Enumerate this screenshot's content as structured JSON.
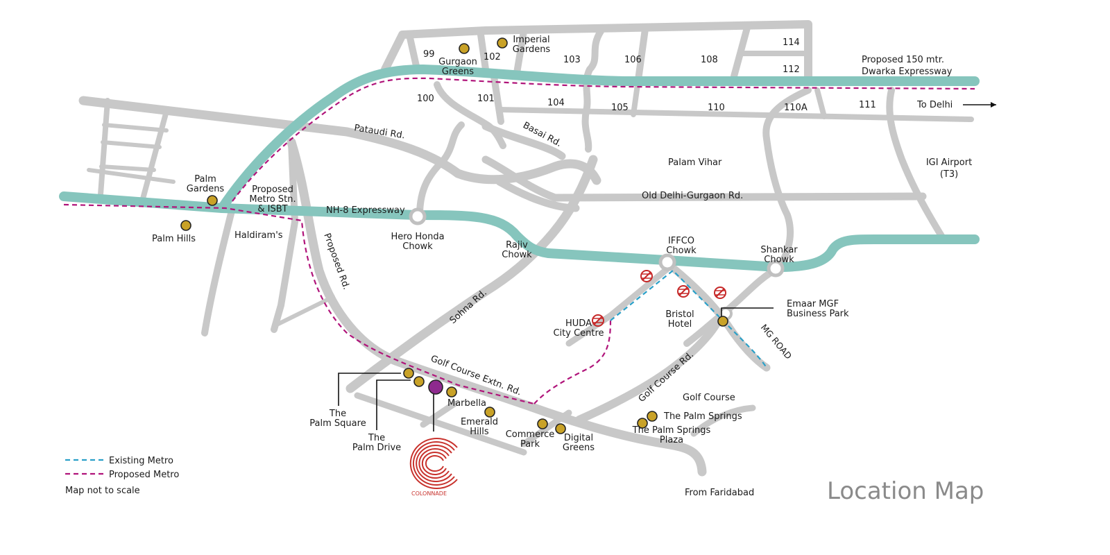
{
  "map": {
    "title": "Location Map",
    "colors": {
      "road": "#c8c8c8",
      "expressway": "#86c5bd",
      "existing_metro": "#2aa0c8",
      "proposed_metro": "#b0147a",
      "poi": "#c9a227",
      "project": "#8e2a8e",
      "metro_icon": "#c62828",
      "logo": "#c8322d"
    },
    "sectors": [
      "99",
      "100",
      "101",
      "102",
      "103",
      "104",
      "105",
      "106",
      "108",
      "110",
      "110A",
      "111",
      "112",
      "114"
    ],
    "roads": {
      "dwarka_expressway_1": "Proposed 150 mtr.",
      "dwarka_expressway_2": "Dwarka Expressway",
      "to_delhi": "To Delhi",
      "pataudi": "Pataudi Rd.",
      "basai": "Basai Rd.",
      "old_delhi_gurgaon": "Old Delhi-Gurgaon Rd.",
      "nh8": "NH-8 Expressway",
      "proposed_rd": "Proposed Rd.",
      "sohna": "Sohna Rd.",
      "golf_course_extn": "Golf Course Extn. Rd.",
      "golf_course": "Golf Course Rd.",
      "mg_road": "MG ROAD",
      "from_faridabad": "From Faridabad"
    },
    "places": {
      "palam_vihar": "Palam Vihar",
      "igi_1": "IGI Airport",
      "igi_2": "(T3)",
      "gurgaon_greens_1": "Gurgaon",
      "gurgaon_greens_2": "Greens",
      "imperial_gardens_1": "Imperial",
      "imperial_gardens_2": "Gardens",
      "palm_gardens_1": "Palm",
      "palm_gardens_2": "Gardens",
      "proposed_metro_stn_1": "Proposed",
      "proposed_metro_stn_2": "Metro Stn.",
      "proposed_metro_stn_3": "& ISBT",
      "palm_hills": "Palm Hills",
      "haldirams": "Haldiram's",
      "hero_honda_1": "Hero Honda",
      "hero_honda_2": "Chowk",
      "rajiv_1": "Rajiv",
      "rajiv_2": "Chowk",
      "iffco_1": "IFFCO",
      "iffco_2": "Chowk",
      "shankar_1": "Shankar",
      "shankar_2": "Chowk",
      "emaar_1": "Emaar MGF",
      "emaar_2": "Business Park",
      "huda_1": "HUDA",
      "huda_2": "City Centre",
      "bristol_1": "Bristol",
      "bristol_2": "Hotel",
      "palm_square_1": "The",
      "palm_square_2": "Palm Square",
      "palm_drive_1": "The",
      "palm_drive_2": "Palm Drive",
      "marbella": "Marbella",
      "emerald_1": "Emerald",
      "emerald_2": "Hills",
      "commerce_1": "Commerce",
      "commerce_2": "Park",
      "digital_1": "Digital",
      "digital_2": "Greens",
      "golf_course_area": "Golf Course",
      "palm_springs": "The Palm Springs",
      "palm_springs_plaza_1": "The Palm Springs",
      "palm_springs_plaza_2": "Plaza"
    },
    "logo_text": "COLONNADE",
    "legend": {
      "existing_metro": "Existing Metro",
      "proposed_metro": "Proposed Metro",
      "note": "Map not to scale"
    }
  }
}
